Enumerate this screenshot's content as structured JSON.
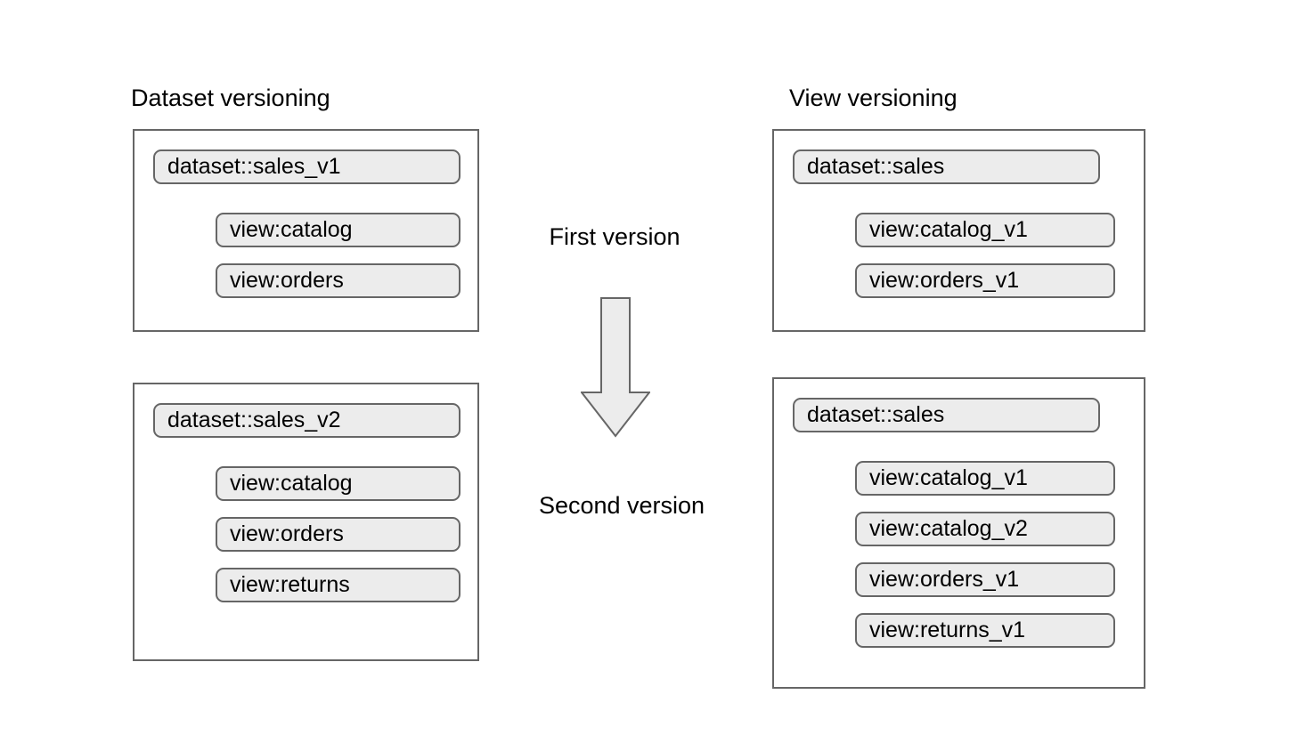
{
  "diagram": {
    "title_left": "Dataset versioning",
    "title_right": "View versioning",
    "center": {
      "first_label": "First version",
      "second_label": "Second version",
      "arrow_icon": "down-arrow-icon"
    },
    "colors": {
      "pill_fill": "#ececec",
      "pill_border": "#666666",
      "group_border": "#666666",
      "arrow_fill": "#ececec",
      "arrow_border": "#666666",
      "background": "#ffffff",
      "text": "#000000"
    },
    "columns": [
      {
        "name": "dataset-versioning",
        "title": "Dataset versioning",
        "groups": [
          {
            "name": "dataset-versioning-first",
            "stage": "First version",
            "dataset": "dataset::sales_v1",
            "views": [
              "view:catalog",
              "view:orders"
            ]
          },
          {
            "name": "dataset-versioning-second",
            "stage": "Second version",
            "dataset": "dataset::sales_v2",
            "views": [
              "view:catalog",
              "view:orders",
              "view:returns"
            ]
          }
        ]
      },
      {
        "name": "view-versioning",
        "title": "View versioning",
        "groups": [
          {
            "name": "view-versioning-first",
            "stage": "First version",
            "dataset": "dataset::sales",
            "views": [
              "view:catalog_v1",
              "view:orders_v1"
            ]
          },
          {
            "name": "view-versioning-second",
            "stage": "Second version",
            "dataset": "dataset::sales",
            "views": [
              "view:catalog_v1",
              "view:catalog_v2",
              "view:orders_v1",
              "view:returns_v1"
            ]
          }
        ]
      }
    ]
  }
}
